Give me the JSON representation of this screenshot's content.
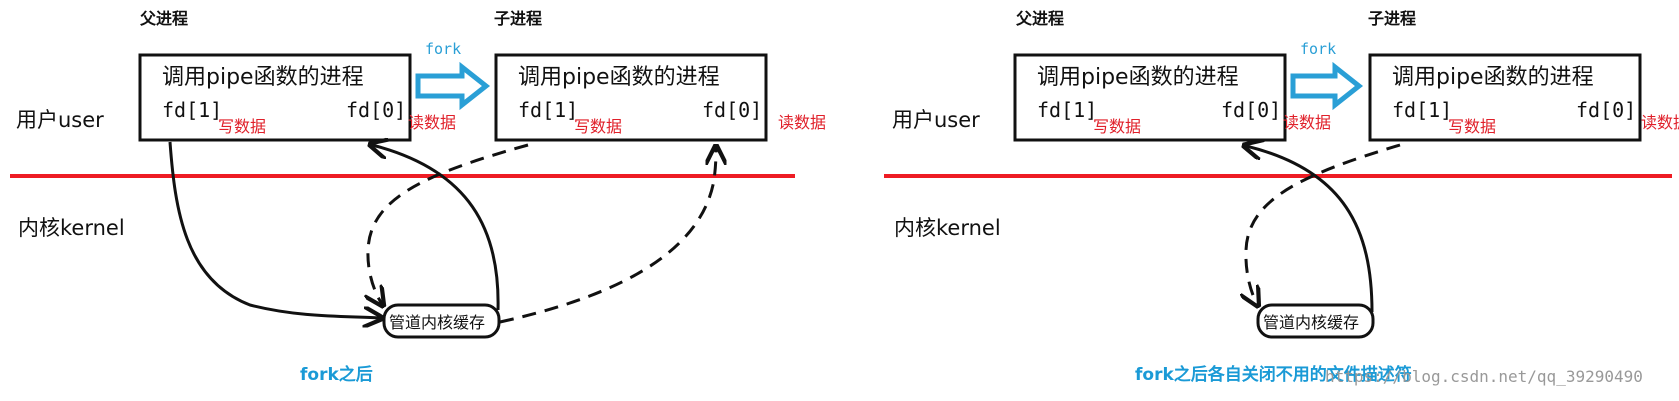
{
  "colors": {
    "divider": "#ee1c24",
    "accent": "#2a9fd6",
    "note": "#e0202a",
    "ink": "#111111"
  },
  "left": {
    "parent_title": "父进程",
    "child_title": "子进程",
    "fork_label": "fork",
    "parent_box": {
      "title": "调用pipe函数的进程",
      "fd1": "fd[1]",
      "fd0": "fd[0]"
    },
    "child_box": {
      "title": "调用pipe函数的进程",
      "fd1": "fd[1]",
      "fd0": "fd[0]"
    },
    "parent_write": "写数据",
    "parent_read": "读数据",
    "child_write": "写数据",
    "child_read": "读数据",
    "user_label": "用户user",
    "kernel_label": "内核kernel",
    "cache_label": "管道内核缓存",
    "caption": "fork之后"
  },
  "right": {
    "parent_title": "父进程",
    "child_title": "子进程",
    "fork_label": "fork",
    "parent_box": {
      "title": "调用pipe函数的进程",
      "fd1": "fd[1]",
      "fd0": "fd[0]"
    },
    "child_box": {
      "title": "调用pipe函数的进程",
      "fd1": "fd[1]",
      "fd0": "fd[0]"
    },
    "parent_write": "写数据",
    "parent_read": "读数据",
    "child_write": "写数据",
    "child_read": "读数据",
    "user_label": "用户user",
    "kernel_label": "内核kernel",
    "cache_label": "管道内核缓存",
    "caption": "fork之后各自关闭不用的文件描述符"
  },
  "watermark": "https://blog.csdn.net/qq_39290490"
}
